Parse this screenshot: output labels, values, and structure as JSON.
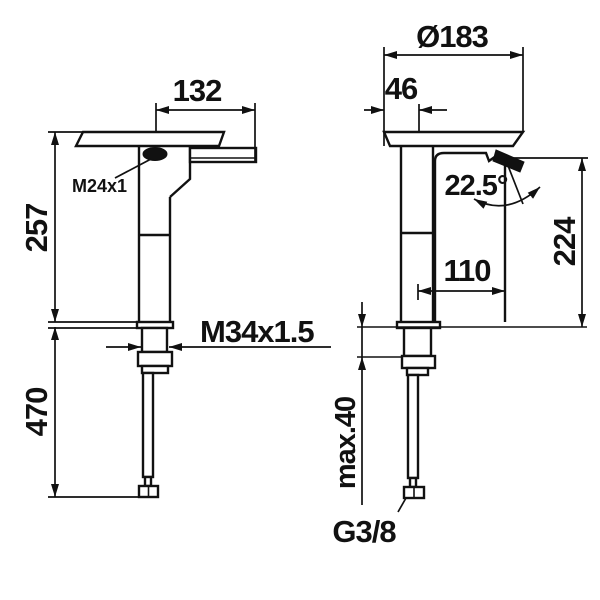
{
  "drawing": {
    "type": "technical-dimension-drawing",
    "subject": "single-lever washbasin faucet, front and side elevations",
    "background": "#ffffff",
    "line_color": "#111111"
  },
  "dimensions": {
    "front": {
      "spout_reach": "132",
      "height_to_deck": "257",
      "hose_length": "470",
      "aerator_thread": "M24x1",
      "shank_thread": "M34x1.5"
    },
    "side": {
      "base_diameter": "Ø183",
      "edge_to_center": "46",
      "outlet_angle": "22.5°",
      "outlet_height": "224",
      "center_to_outlet": "110",
      "max_deck_thickness": "max.40",
      "supply_connection": "G3/8"
    }
  }
}
